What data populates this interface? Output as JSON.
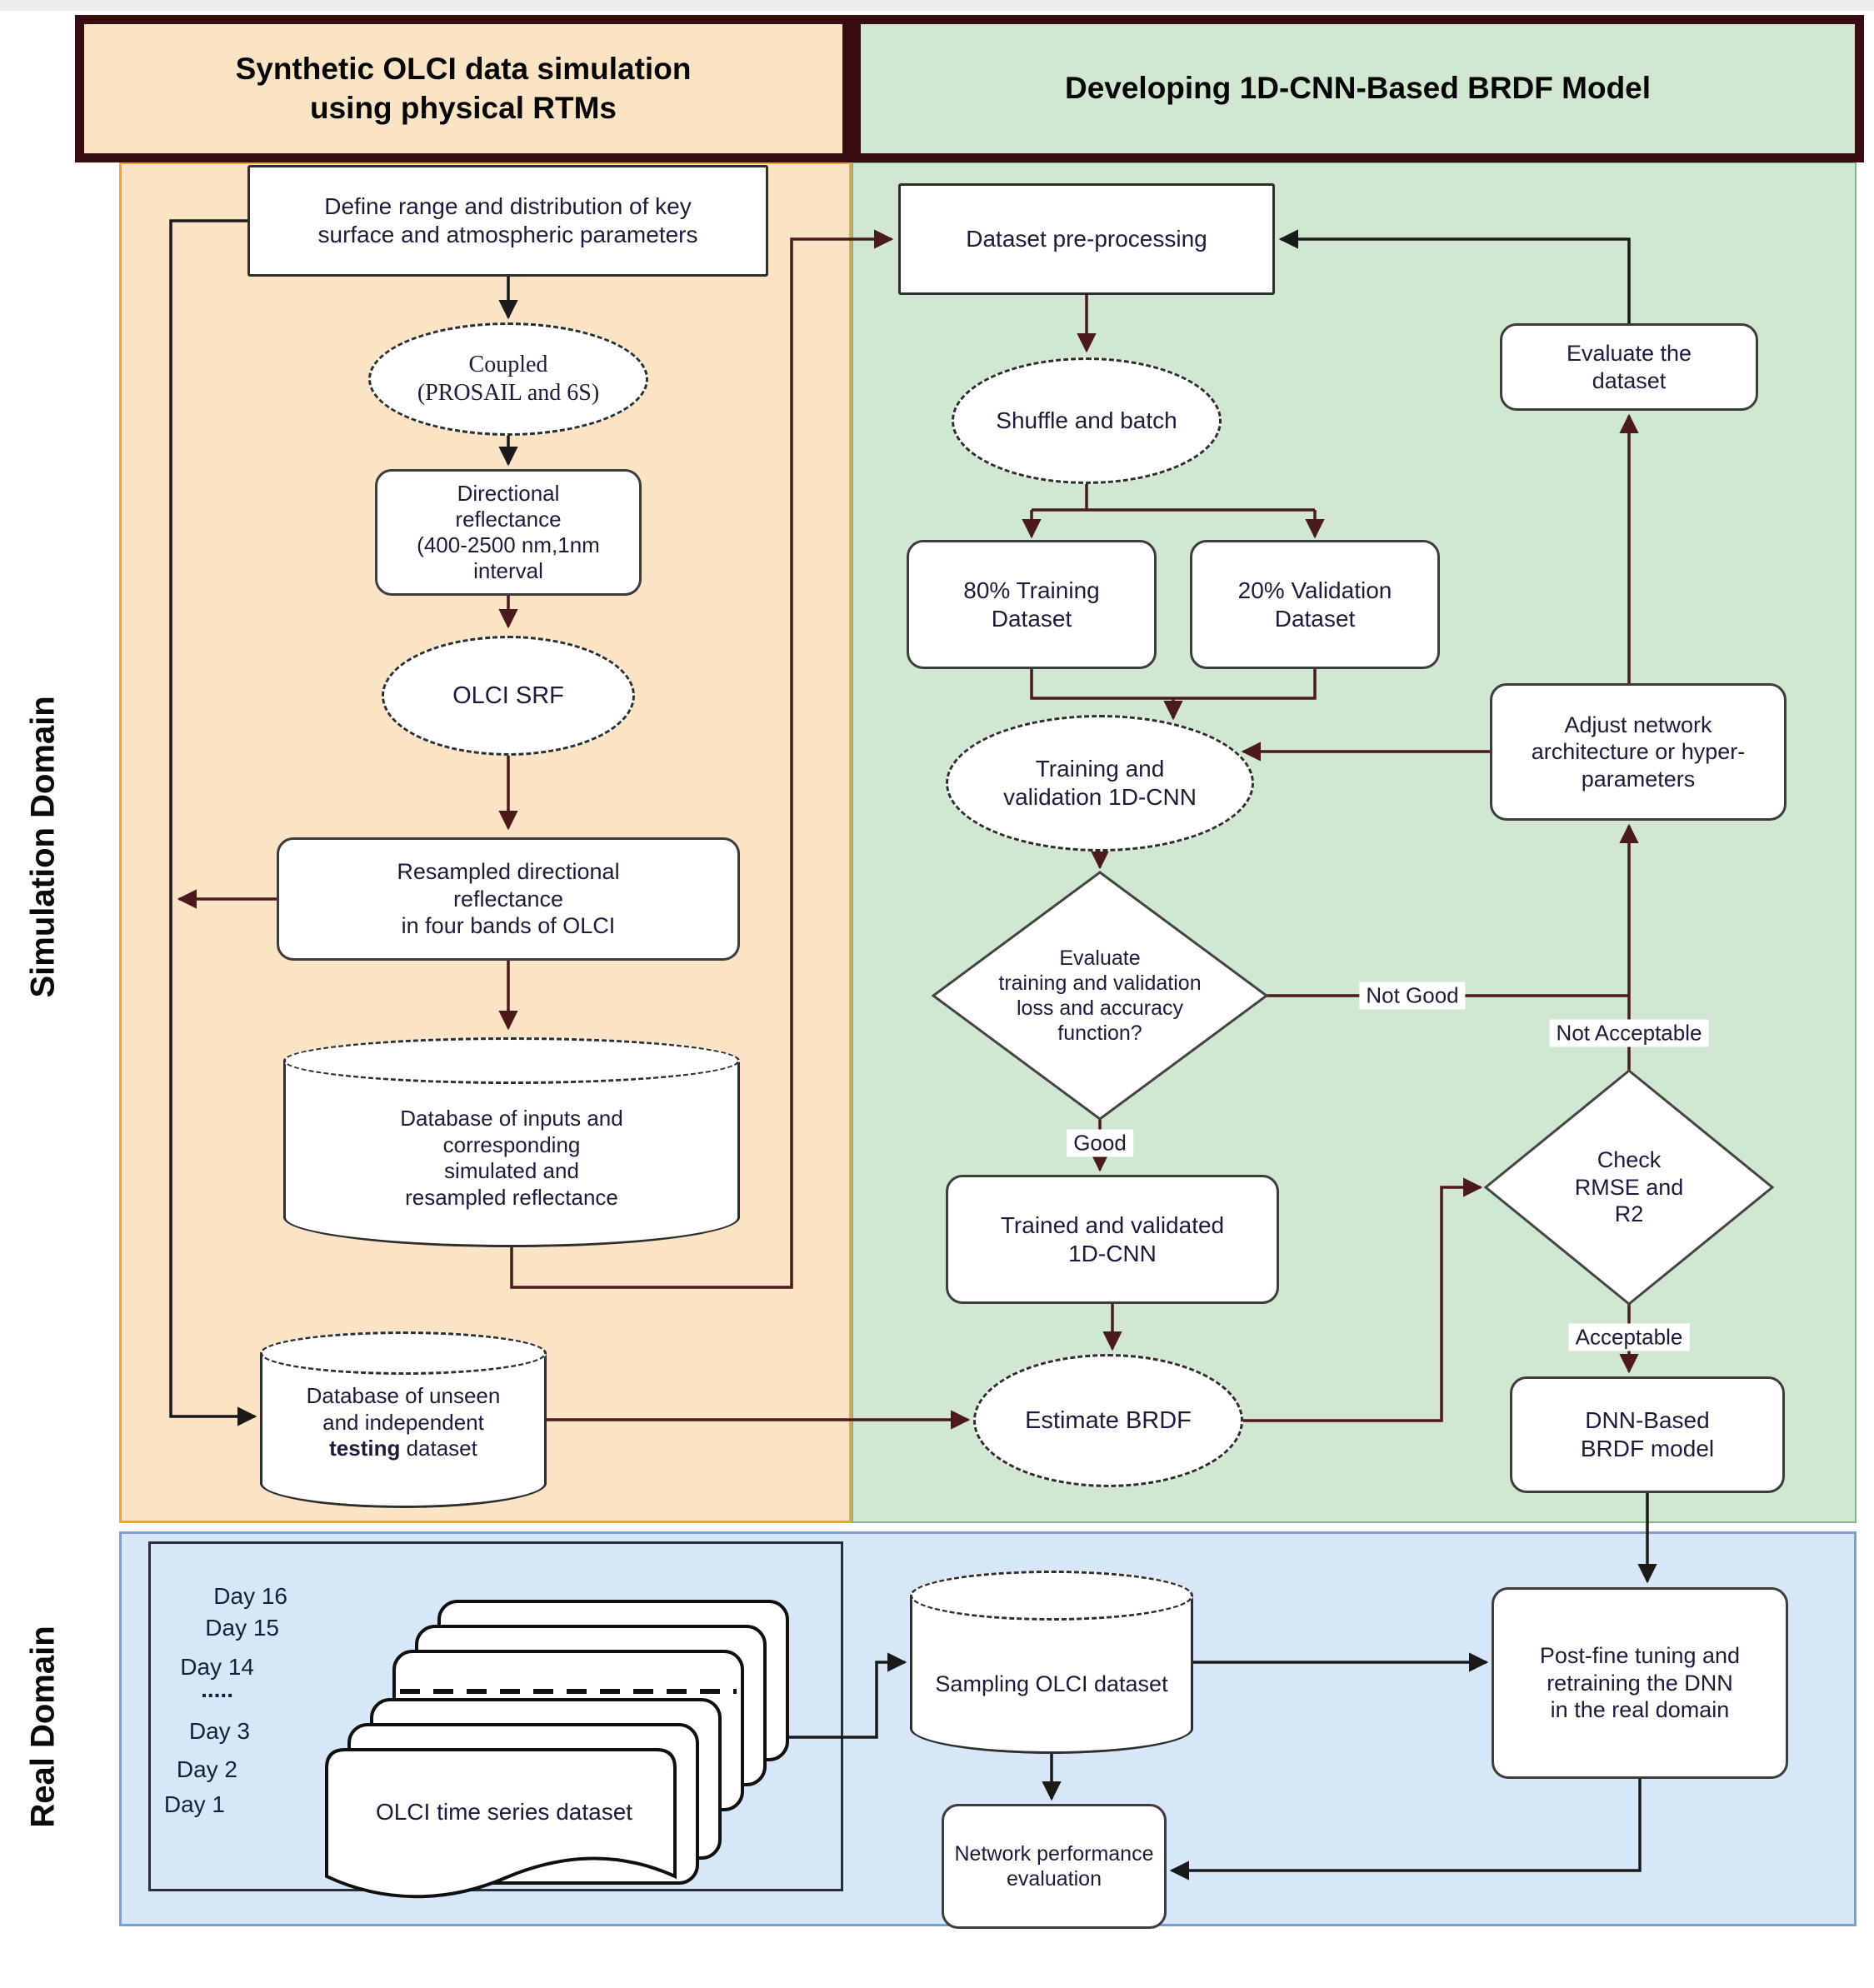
{
  "headers": {
    "left": "Synthetic OLCI data simulation\nusing physical RTMs",
    "right": "Developing 1D-CNN-Based BRDF Model"
  },
  "side_labels": {
    "simulation": "Simulation Domain",
    "real": "Real Domain"
  },
  "nodes": {
    "define_range": "Define range and distribution of key\nsurface and atmospheric parameters",
    "coupled": "Coupled\n(PROSAIL and 6S)",
    "directional": "Directional\nreflectance\n(400-2500 nm,1nm\ninterval",
    "olci_srf": "OLCI SRF",
    "resampled": "Resampled directional\nreflectance\nin four bands of OLCI",
    "db_inputs": "Database of inputs and\ncorresponding\nsimulated and\nresampled reflectance",
    "db_unseen_line1": "Database of unseen\nand independent",
    "db_unseen_bold": "testing",
    "db_unseen_tail": " dataset",
    "preprocessing": "Dataset pre-processing",
    "shuffle": "Shuffle and batch",
    "train80": "80% Training\nDataset",
    "valid20": "20% Validation\nDataset",
    "tv_cnn": "Training and\nvalidation 1D-CNN",
    "eval_diamond": "Evaluate\ntraining and validation\nloss and accuracy\nfunction?",
    "trained": "Trained and validated\n1D-CNN",
    "estimate": "Estimate BRDF",
    "evaluate_dataset": "Evaluate the\ndataset",
    "adjust": "Adjust network\narchitecture or hyper-\nparameters",
    "check_rmse": "Check\nRMSE and\nR2",
    "dnn_model": "DNN-Based\nBRDF model",
    "postfine": "Post-fine tuning and\nretraining the DNN\nin the real domain",
    "sampling": "Sampling OLCI dataset",
    "netperf": "Network performance\nevaluation",
    "olci_ts": "OLCI time series dataset"
  },
  "edge_labels": {
    "good": "Good",
    "not_good": "Not Good",
    "not_acceptable": "Not Acceptable",
    "acceptable": "Acceptable"
  },
  "days": [
    "Day 16",
    "Day 15",
    "Day 14",
    ".....",
    "Day 3",
    "Day 2",
    "Day 1"
  ],
  "colors": {
    "orange_fill": "#fbe3c5",
    "orange_border": "#eca636",
    "green_fill": "#d2e7d2",
    "green_border": "#86b386",
    "blue_fill": "#d8e7f8",
    "blue_border": "#7e9ecb",
    "header_border": "#380d12",
    "node_border": "#3c3c3c",
    "text": "#1b1b3a",
    "arrow_maroon": "#4b1a1a",
    "arrow_black": "#1a1a1a"
  }
}
